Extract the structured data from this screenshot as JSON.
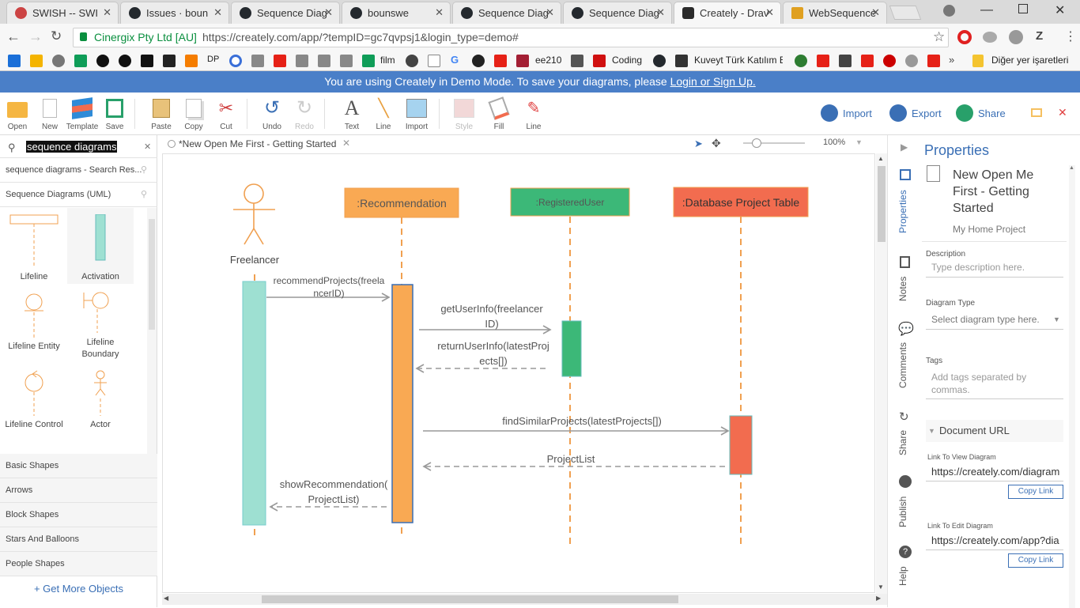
{
  "browser": {
    "tabs": [
      {
        "title": "SWISH -- SWI",
        "icon": "swish-icon"
      },
      {
        "title": "Issues · boun",
        "icon": "github-icon"
      },
      {
        "title": "Sequence Diag",
        "icon": "github-icon"
      },
      {
        "title": "bounswe",
        "icon": "github-icon"
      },
      {
        "title": "Sequence Diag",
        "icon": "github-icon"
      },
      {
        "title": "Sequence Diag",
        "icon": "github-icon"
      },
      {
        "title": "Creately - Drav",
        "icon": "creately-icon"
      },
      {
        "title": "WebSequence",
        "icon": "websequence-icon"
      }
    ],
    "secure_label": "Cinergix Pty Ltd [AU]",
    "url": "https://creately.com/app/?tempID=gc7qvpsj1&login_type=demo#",
    "bookmarks": [
      "film",
      "ee210",
      "Coding",
      "Kuveyt Türk Katılım B",
      "Diğer yer işaretleri"
    ],
    "bookmark_dp": "DP"
  },
  "banner": {
    "text": "You are using Creately in Demo Mode. To save your diagrams, please ",
    "link": "Login or Sign Up."
  },
  "toolbar": {
    "open": "Open",
    "new": "New",
    "template": "Template",
    "save": "Save",
    "paste": "Paste",
    "copy": "Copy",
    "cut": "Cut",
    "undo": "Undo",
    "redo": "Redo",
    "text": "Text",
    "line": "Line",
    "import_img": "Import",
    "style": "Style",
    "fill": "Fill",
    "line2": "Line",
    "import": "Import",
    "export": "Export",
    "share": "Share"
  },
  "left": {
    "search_value": "sequence diagrams",
    "search_results": "sequence diagrams - Search Res...",
    "library": "Sequence Diagrams (UML)",
    "shapes": [
      {
        "label": "Lifeline"
      },
      {
        "label": "Activation"
      },
      {
        "label": "Lifeline Entity"
      },
      {
        "label": "Lifeline Boundary"
      },
      {
        "label": "Lifeline Control"
      },
      {
        "label": "Actor"
      }
    ],
    "categories": [
      "Basic Shapes",
      "Arrows",
      "Block Shapes",
      "Stars And Balloons",
      "People Shapes"
    ],
    "more": "+ Get More Objects"
  },
  "canvas": {
    "doc_tab": "*New Open Me First - Getting Started",
    "zoom": "100%",
    "actor": "Freelancer",
    "lifelines": [
      ":Recommendation",
      ":RegisteredUser",
      ":Database Project Table"
    ],
    "messages": [
      {
        "line1": "recommendProjects(freela",
        "line2": "ncerID)"
      },
      {
        "line1": "getUserInfo(freelancer",
        "line2": "ID)"
      },
      {
        "line1": "returnUserInfo(latestProj",
        "line2": "ects[])"
      },
      {
        "line1": "findSimilarProjects(latestProjects[])",
        "line2": ""
      },
      {
        "line1": "ProjectList",
        "line2": ""
      },
      {
        "line1": "showRecommendation(",
        "line2": "ProjectList)"
      }
    ],
    "colors": {
      "orange": "#f9a953",
      "green": "#3cb878",
      "red": "#f26c4f",
      "teal": "#9ee0d2",
      "lifeline": "#f0a050"
    }
  },
  "rail": [
    "Properties",
    "Notes",
    "Comments",
    "Share",
    "Publish",
    "Help"
  ],
  "properties": {
    "title": "Properties",
    "doc_name": "New Open Me First - Getting Started",
    "doc_name_l1": "New Open Me",
    "doc_name_l2": "First - Getting",
    "doc_name_l3": "Started",
    "project": "My Home Project",
    "description_label": "Description",
    "description_placeholder": "Type description here.",
    "diagram_type_label": "Diagram Type",
    "diagram_type_placeholder": "Select diagram type here.",
    "tags_label": "Tags",
    "tags_placeholder_l1": "Add tags separated by",
    "tags_placeholder_l2": "commas.",
    "doc_url": "Document URL",
    "view_label": "Link To View Diagram",
    "view_url": "https://creately.com/diagram",
    "edit_label": "Link To Edit Diagram",
    "edit_url": "https://creately.com/app?dia",
    "copy_link": "Copy Link"
  }
}
